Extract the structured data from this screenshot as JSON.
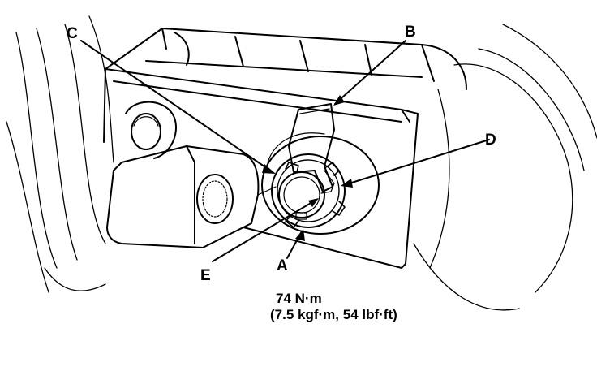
{
  "callouts": {
    "a": "A",
    "b": "B",
    "c": "C",
    "d": "D",
    "e": "E"
  },
  "torque_spec": {
    "metric": "74 N·m",
    "imperial": "(7.5 kgf·m, 54 lbf·ft)"
  },
  "colors": {
    "line": "#000000",
    "background": "#ffffff"
  }
}
